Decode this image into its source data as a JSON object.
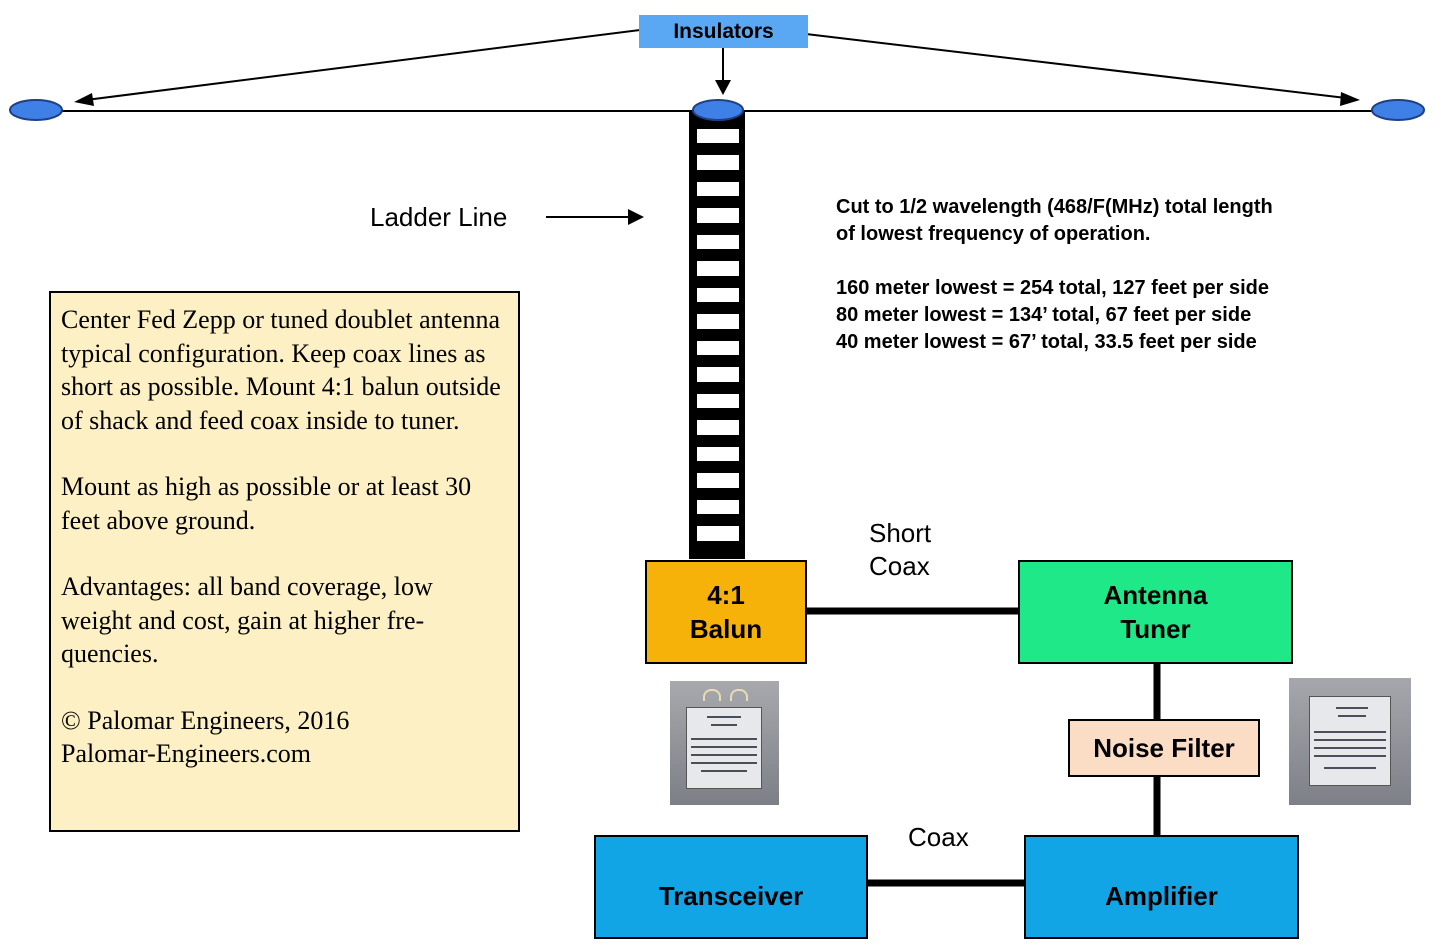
{
  "labels": {
    "insulators": "Insulators",
    "ladder_line": "Ladder Line",
    "short_coax_line1": "Short",
    "short_coax_line2": "Coax",
    "coax": "Coax"
  },
  "cut_info": {
    "line1": "Cut to 1/2 wavelength (468/F(MHz) total length",
    "line2": "of lowest frequency of operation.",
    "band160": "160 meter lowest = 254 total, 127 feet per side",
    "band80": "80 meter lowest = 134’ total, 67 feet per side",
    "band40": "40 meter lowest = 67’ total, 33.5 feet per side"
  },
  "boxes": {
    "balun_line1": "4:1",
    "balun_line2": "Balun",
    "tuner_line1": "Antenna",
    "tuner_line2": "Tuner",
    "noise_filter": "Noise Filter",
    "transceiver": "Transceiver",
    "amplifier": "Amplifier"
  },
  "note": {
    "p1": "Center Fed Zepp or tuned doublet antenna typical configuration.  Keep coax lines as short as possible. Mount 4:1 balun outside of shack and feed coax inside to tuner.",
    "p2": "Mount as high as possible or at least 30 feet above ground.",
    "p3": "Advantages: all band coverage, low weight and cost, gain at higher fre-quencies.",
    "p4_line1": "© Palomar Engineers, 2016",
    "p4_line2": "Palomar-Engineers.com"
  },
  "colors": {
    "insulator_fill": "#3f80e6",
    "insulators_label_bg": "#5aa8f3",
    "balun": "#f7b20a",
    "tuner": "#1ee888",
    "noise_filter": "#fbdcc4",
    "transceiver": "#12a5e6",
    "amplifier": "#12a5e6",
    "note_bg": "#fdf0c4"
  },
  "icons": {
    "insulator": "ellipse-insulator-icon",
    "balun_photo": "balun-product-photo",
    "filter_photo": "noise-filter-product-photo"
  }
}
